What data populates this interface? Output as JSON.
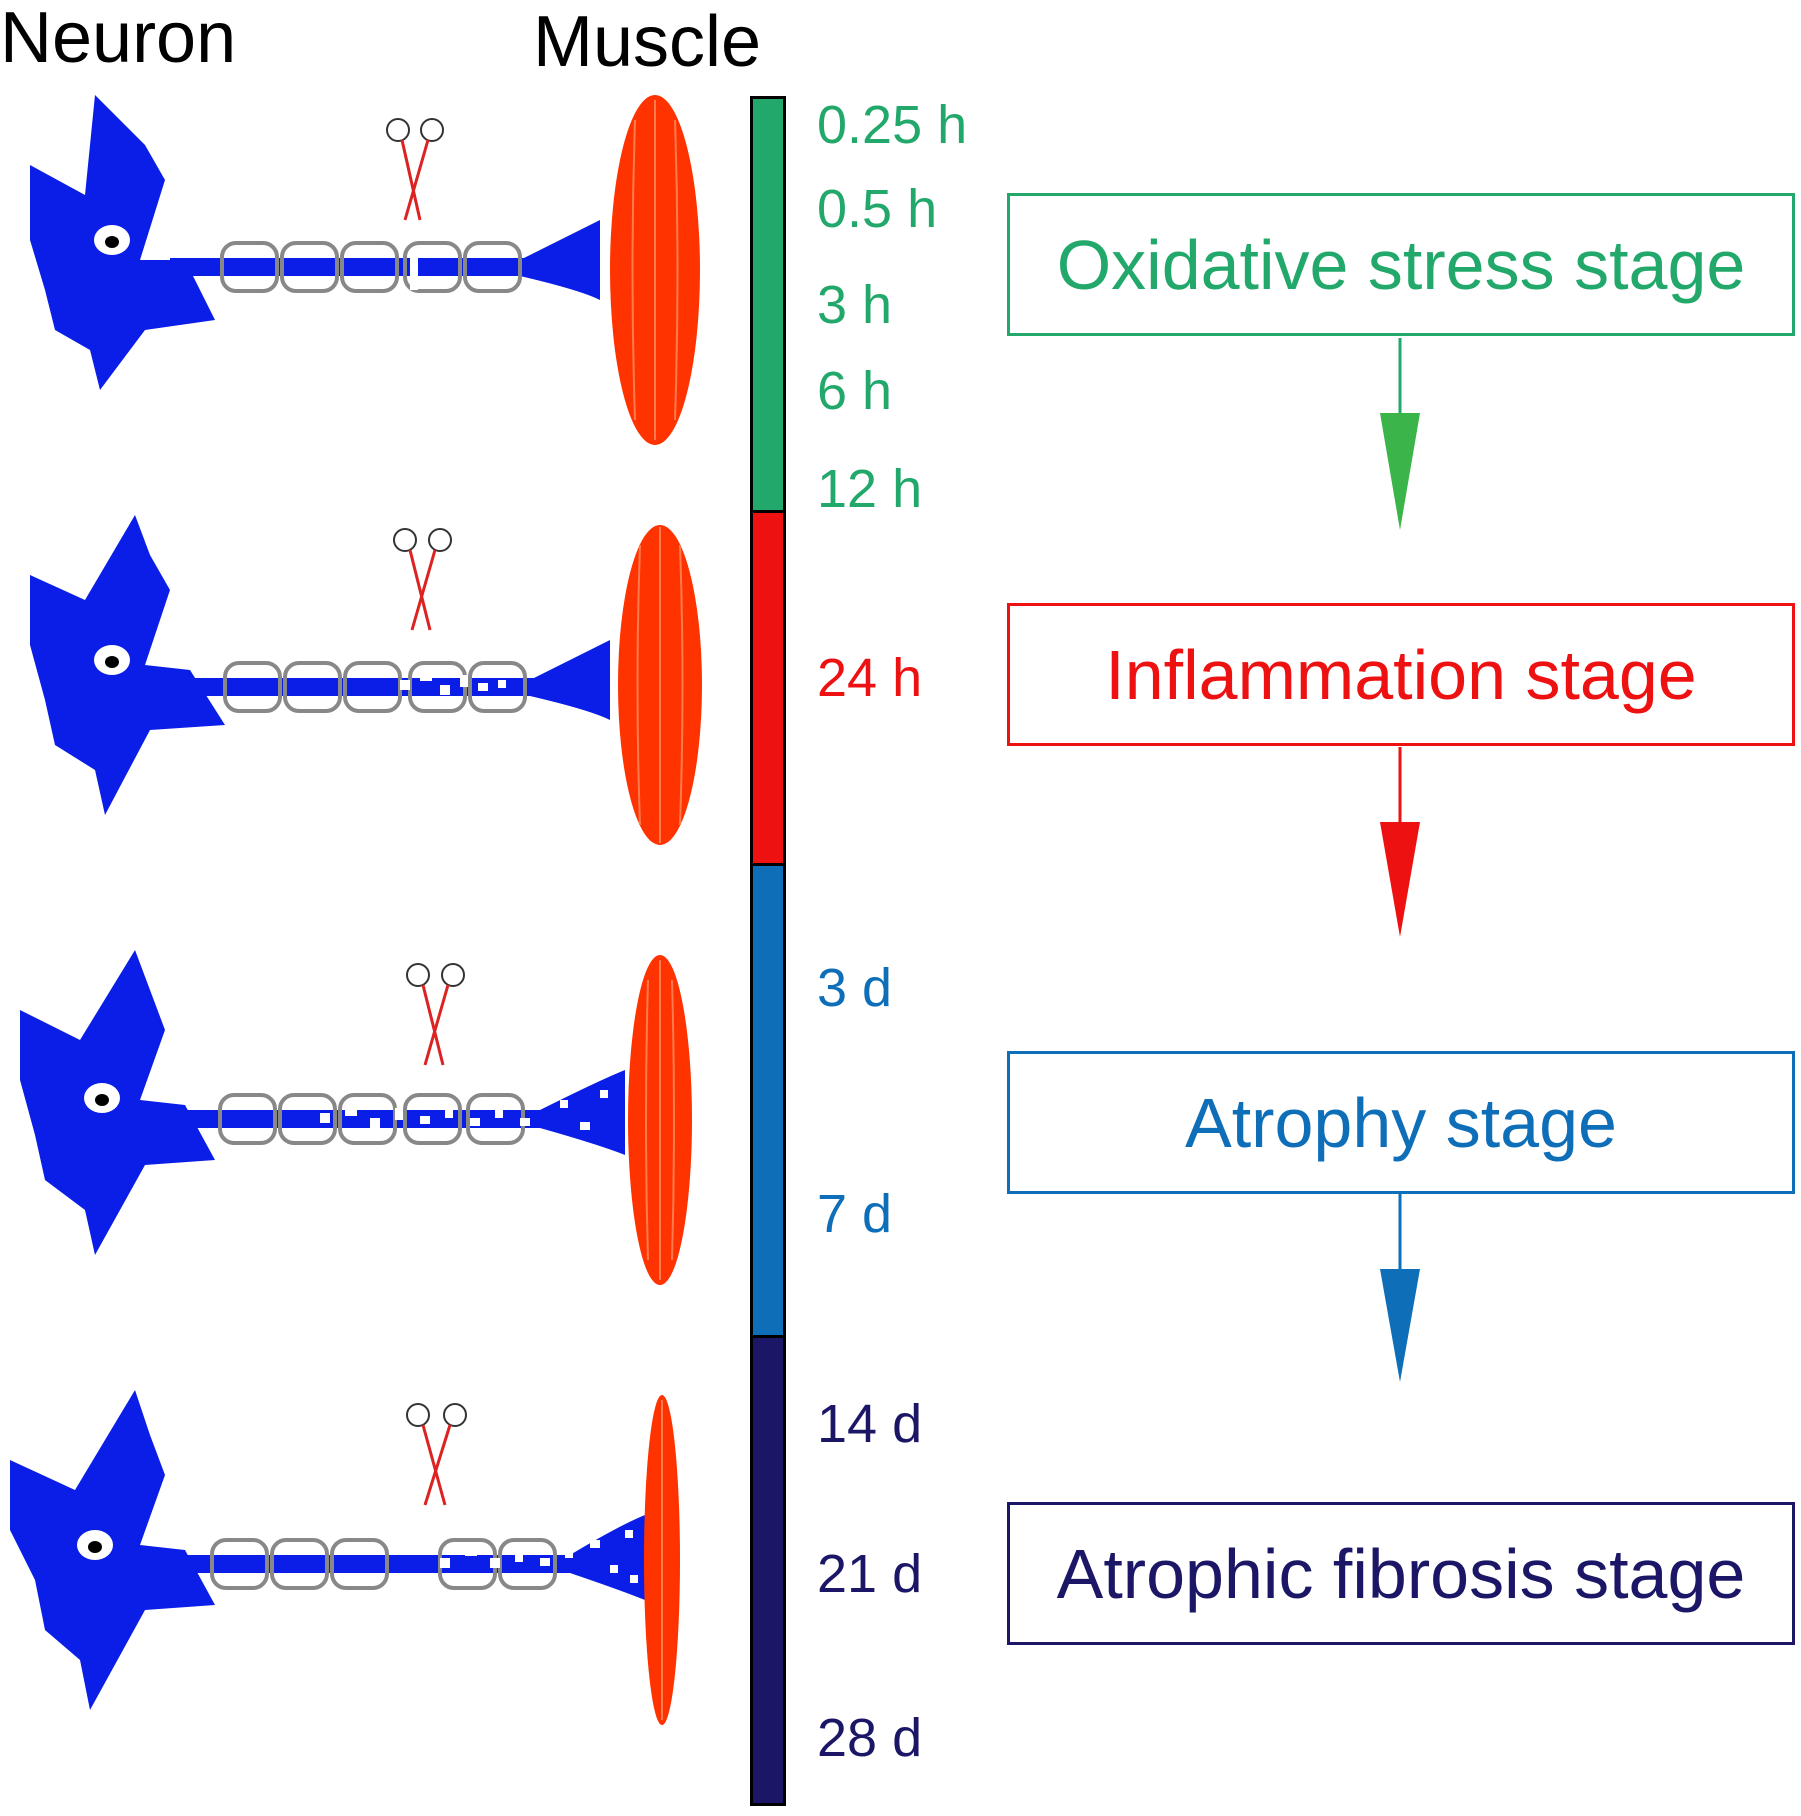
{
  "headers": {
    "neuron": "Neuron",
    "muscle": "Muscle"
  },
  "colors": {
    "oxidative": "#22a86b",
    "inflammation": "#ee1111",
    "atrophy": "#0f6eb8",
    "fibrosis": "#1b1766",
    "neuron": "#0a1ee8",
    "muscle": "#ff3300"
  },
  "timeline": {
    "segments": [
      {
        "stage": "oxidative",
        "color": "#22a86b"
      },
      {
        "stage": "inflammation",
        "color": "#ee1111"
      },
      {
        "stage": "atrophy",
        "color": "#0f6eb8"
      },
      {
        "stage": "fibrosis",
        "color": "#1b1766"
      }
    ],
    "labels": {
      "t025h": "0.25 h",
      "t05h": "0.5 h",
      "t3h": "3 h",
      "t6h": "6 h",
      "t12h": "12 h",
      "t24h": "24 h",
      "t3d": "3 d",
      "t7d": "7 d",
      "t14d": "14 d",
      "t21d": "21 d",
      "t28d": "28 d"
    }
  },
  "stages": {
    "oxidative": "Oxidative stress stage",
    "inflammation": "Inflammation stage",
    "atrophy": "Atrophy stage",
    "fibrosis": "Atrophic fibrosis stage"
  },
  "icons": [
    "neuron-cell-icon",
    "scissors-icon",
    "myelin-sheath-icon",
    "muscle-fiber-icon",
    "down-arrow-icon"
  ]
}
